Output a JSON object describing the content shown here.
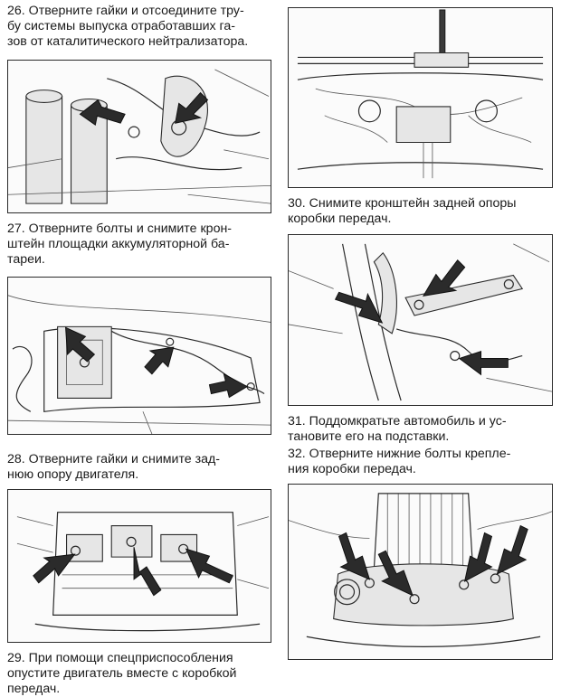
{
  "steps": [
    {
      "id": "26",
      "lines": [
        "26. Отверните гайки и отсоедините тру-",
        "бу системы выпуска отработавших га-",
        "зов от каталитического нейтрализатора."
      ]
    },
    {
      "id": "27",
      "lines": [
        "27. Отверните болты и снимите крон-",
        "штейн площадки аккумуляторной ба-",
        "тареи."
      ]
    },
    {
      "id": "28",
      "lines": [
        "28. Отверните гайки и снимите зад-",
        "нюю опору двигателя."
      ]
    },
    {
      "id": "29",
      "lines": [
        "29. При помощи спецприспособления",
        "опустите двигатель вместе с коробкой",
        "передач."
      ]
    },
    {
      "id": "30",
      "lines": [
        "30. Снимите кронштейн задней опоры",
        "коробки передач."
      ]
    },
    {
      "id": "31",
      "lines": [
        "31. Поддомкратьте автомобиль и ус-",
        "тановите его на подставки."
      ]
    },
    {
      "id": "32",
      "lines": [
        "32. Отверните нижние болты крепле-",
        "ния коробки передач."
      ]
    }
  ],
  "icons": [
    "arrow-pointer-icon"
  ]
}
